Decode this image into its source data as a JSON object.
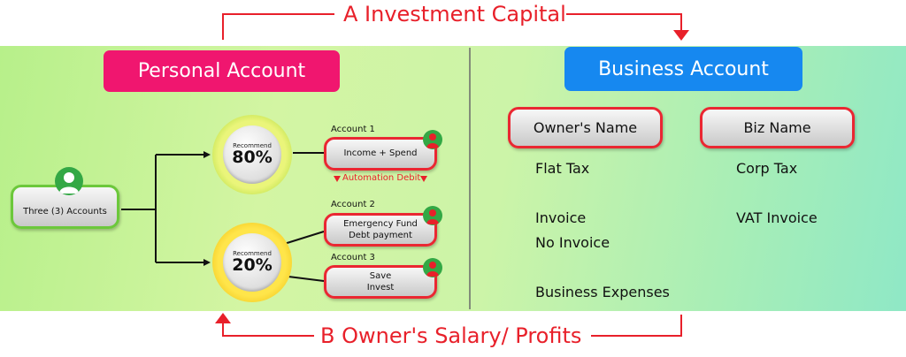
{
  "flows": {
    "a_label": "A Investment Capital",
    "b_label": "B Owner's Salary/ Profits"
  },
  "personal": {
    "header": "Personal Account",
    "root_label": "Three (3) Accounts",
    "circles": [
      {
        "small": "Recommend",
        "value": "80%"
      },
      {
        "small": "Recommend",
        "value": "20%"
      }
    ],
    "accounts": [
      {
        "title": "Account 1",
        "lines": [
          "Income + Spend"
        ]
      },
      {
        "title": "Account 2",
        "lines": [
          "Emergency Fund",
          "Debt payment"
        ]
      },
      {
        "title": "Account 3",
        "lines": [
          "Save",
          "Invest"
        ]
      }
    ],
    "automation": "Automation Debit"
  },
  "business": {
    "header": "Business Account",
    "owner_box": "Owner's Name",
    "biz_box": "Biz Name",
    "owner_items": [
      "Flat Tax",
      "Invoice",
      "No Invoice",
      "Business Expenses"
    ],
    "biz_items": [
      "Corp Tax",
      "VAT Invoice"
    ]
  },
  "colors": {
    "flow_red": "#e8202a",
    "personal_header": "#f0166f",
    "business_header": "#1688f0",
    "avatar_green": "#33a845"
  }
}
